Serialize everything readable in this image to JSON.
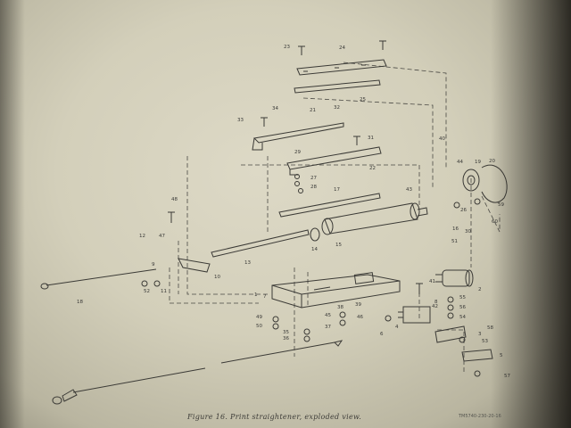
{
  "figure": {
    "caption": "Figure 16. Print straightener, exploded view.",
    "plate_number": "TM5740-230-20-16"
  },
  "callouts": [
    "1",
    "2",
    "3",
    "4",
    "5",
    "6",
    "7",
    "8",
    "9",
    "10",
    "11",
    "12",
    "13",
    "14",
    "15",
    "16",
    "17",
    "18",
    "19",
    "20",
    "21",
    "22",
    "23",
    "24",
    "25",
    "26",
    "27",
    "28",
    "29",
    "30",
    "31",
    "32",
    "33",
    "34",
    "35",
    "36",
    "37",
    "38",
    "39",
    "40",
    "41",
    "42",
    "43",
    "44",
    "45",
    "46",
    "47",
    "48",
    "49",
    "50",
    "51",
    "52",
    "53",
    "54",
    "55",
    "56",
    "57",
    "58",
    "59",
    "60"
  ]
}
